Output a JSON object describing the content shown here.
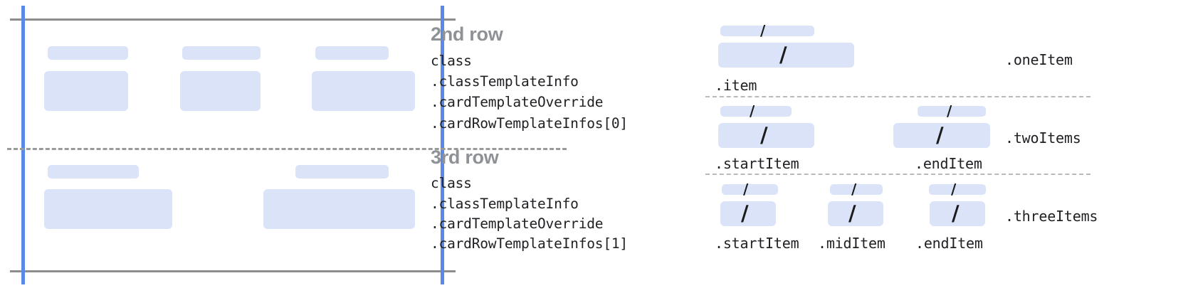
{
  "diagram": {
    "title_color": "#8e9296",
    "accent_blue": "#5b89e8",
    "placeholder_blue": "#dae3f8",
    "guide_gray": "#8d8d8d"
  },
  "left_panel": {
    "rows": [
      {
        "name": "second-row-layout",
        "cells": [
          {
            "bar": true,
            "box": true
          },
          {
            "bar": true,
            "box": true
          },
          {
            "bar": true,
            "box": true
          }
        ]
      },
      {
        "name": "third-row-layout",
        "cells": [
          {
            "bar": true,
            "box": true
          },
          {
            "bar": true,
            "box": true
          }
        ]
      }
    ]
  },
  "annotations": [
    {
      "title": "2nd row",
      "lines": [
        "class",
        ".classTemplateInfo",
        ".cardTemplateOverride",
        ".cardRowTemplateInfos[0]"
      ]
    },
    {
      "title": "3rd row",
      "lines": [
        "class",
        ".classTemplateInfo",
        ".cardTemplateOverride",
        ".cardRowTemplateInfos[1]"
      ]
    }
  ],
  "right_panel": {
    "groups": [
      {
        "layout_label": ".oneItem",
        "items": [
          {
            "label": ".item",
            "slash": "/"
          }
        ]
      },
      {
        "layout_label": ".twoItems",
        "items": [
          {
            "label": ".startItem",
            "slash": "/"
          },
          {
            "label": ".endItem",
            "slash": "/"
          }
        ]
      },
      {
        "layout_label": ".threeItems",
        "items": [
          {
            "label": ".startItem",
            "slash": "/"
          },
          {
            "label": ".midItem",
            "slash": "/"
          },
          {
            "label": ".endItem",
            "slash": "/"
          }
        ]
      }
    ]
  }
}
